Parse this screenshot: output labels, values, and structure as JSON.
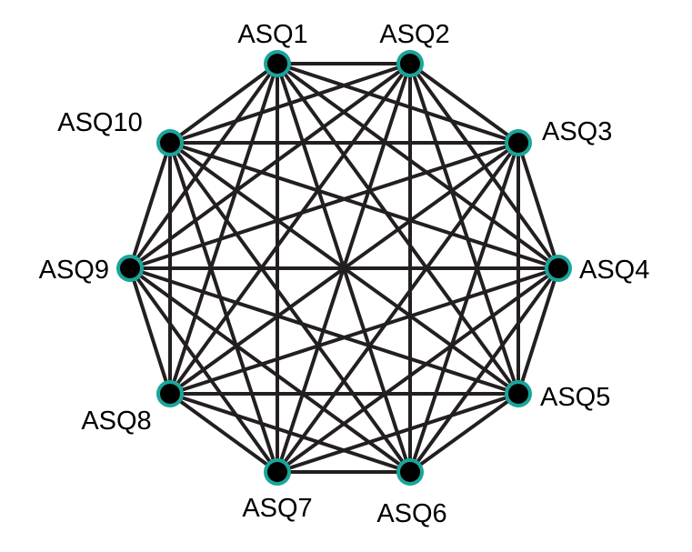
{
  "graph": {
    "type": "complete-graph",
    "nodes": [
      {
        "id": "ASQ1",
        "label": "ASQ1"
      },
      {
        "id": "ASQ2",
        "label": "ASQ2"
      },
      {
        "id": "ASQ3",
        "label": "ASQ3"
      },
      {
        "id": "ASQ4",
        "label": "ASQ4"
      },
      {
        "id": "ASQ5",
        "label": "ASQ5"
      },
      {
        "id": "ASQ6",
        "label": "ASQ6"
      },
      {
        "id": "ASQ7",
        "label": "ASQ7"
      },
      {
        "id": "ASQ8",
        "label": "ASQ8"
      },
      {
        "id": "ASQ9",
        "label": "ASQ9"
      },
      {
        "id": "ASQ10",
        "label": "ASQ10"
      }
    ],
    "edges": "all-pairs",
    "colors": {
      "edge": "#231f20",
      "node_fill": "#000000",
      "node_ring": "#1aa59a",
      "label": "#000000"
    }
  }
}
